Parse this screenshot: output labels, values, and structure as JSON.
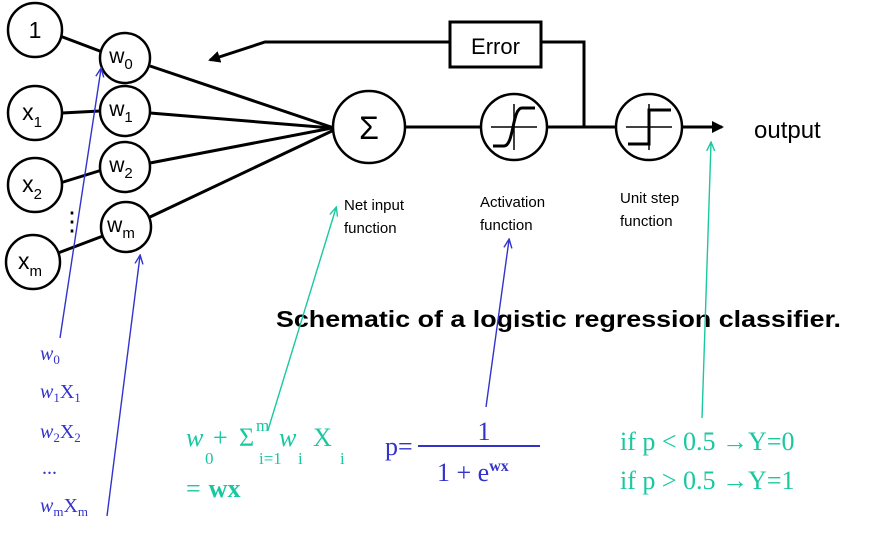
{
  "colors": {
    "ink": "#000000",
    "blue": "#3333cc",
    "teal": "#1ac8a0"
  },
  "inputs": {
    "bias": "1",
    "x1": {
      "base": "x",
      "sub": "1"
    },
    "x2": {
      "base": "x",
      "sub": "2"
    },
    "xm": {
      "base": "x",
      "sub": "m"
    },
    "dots": "⋮"
  },
  "weights": [
    {
      "base": "w",
      "sub": "0"
    },
    {
      "base": "w",
      "sub": "1"
    },
    {
      "base": "w",
      "sub": "2"
    },
    {
      "base": "w",
      "sub": "m"
    }
  ],
  "nodes": {
    "sum_symbol": "Σ",
    "error_label": "Error",
    "output_label": "output"
  },
  "captions": {
    "net_input": [
      "Net input",
      "function"
    ],
    "activation": [
      "Activation",
      "function"
    ],
    "unit_step": [
      "Unit step",
      "function"
    ]
  },
  "title": "Schematic of a logistic regression classifier.",
  "annotations": {
    "weight_terms": [
      {
        "w_sub": "0",
        "x_sub": ""
      },
      {
        "w_sub": "1",
        "x_sub": "1"
      },
      {
        "w_sub": "2",
        "x_sub": "2"
      },
      {
        "ellipsis": "..."
      },
      {
        "w_sub": "m",
        "x_sub": "m"
      }
    ],
    "net_input_formula": {
      "line1": {
        "w": "w",
        "w_sub": "0",
        "plus": "+",
        "sigma": "Σ",
        "sigma_sup": "m",
        "sigma_sub": "i=1",
        "w2": "w",
        "w2_sub": "i",
        "X": "X",
        "X_sub": "i"
      },
      "line2": {
        "eq": "=",
        "wx": "wx"
      }
    },
    "probability": {
      "lhs": "p=",
      "numerator": "1",
      "denominator": "1 + e",
      "exponent": "wx"
    },
    "decision": [
      {
        "cond": "if p < 0.5 ",
        "arrow": "→",
        "result": "Y=0"
      },
      {
        "cond": "if p > 0.5 ",
        "arrow": "→",
        "result": "Y=1"
      }
    ]
  }
}
